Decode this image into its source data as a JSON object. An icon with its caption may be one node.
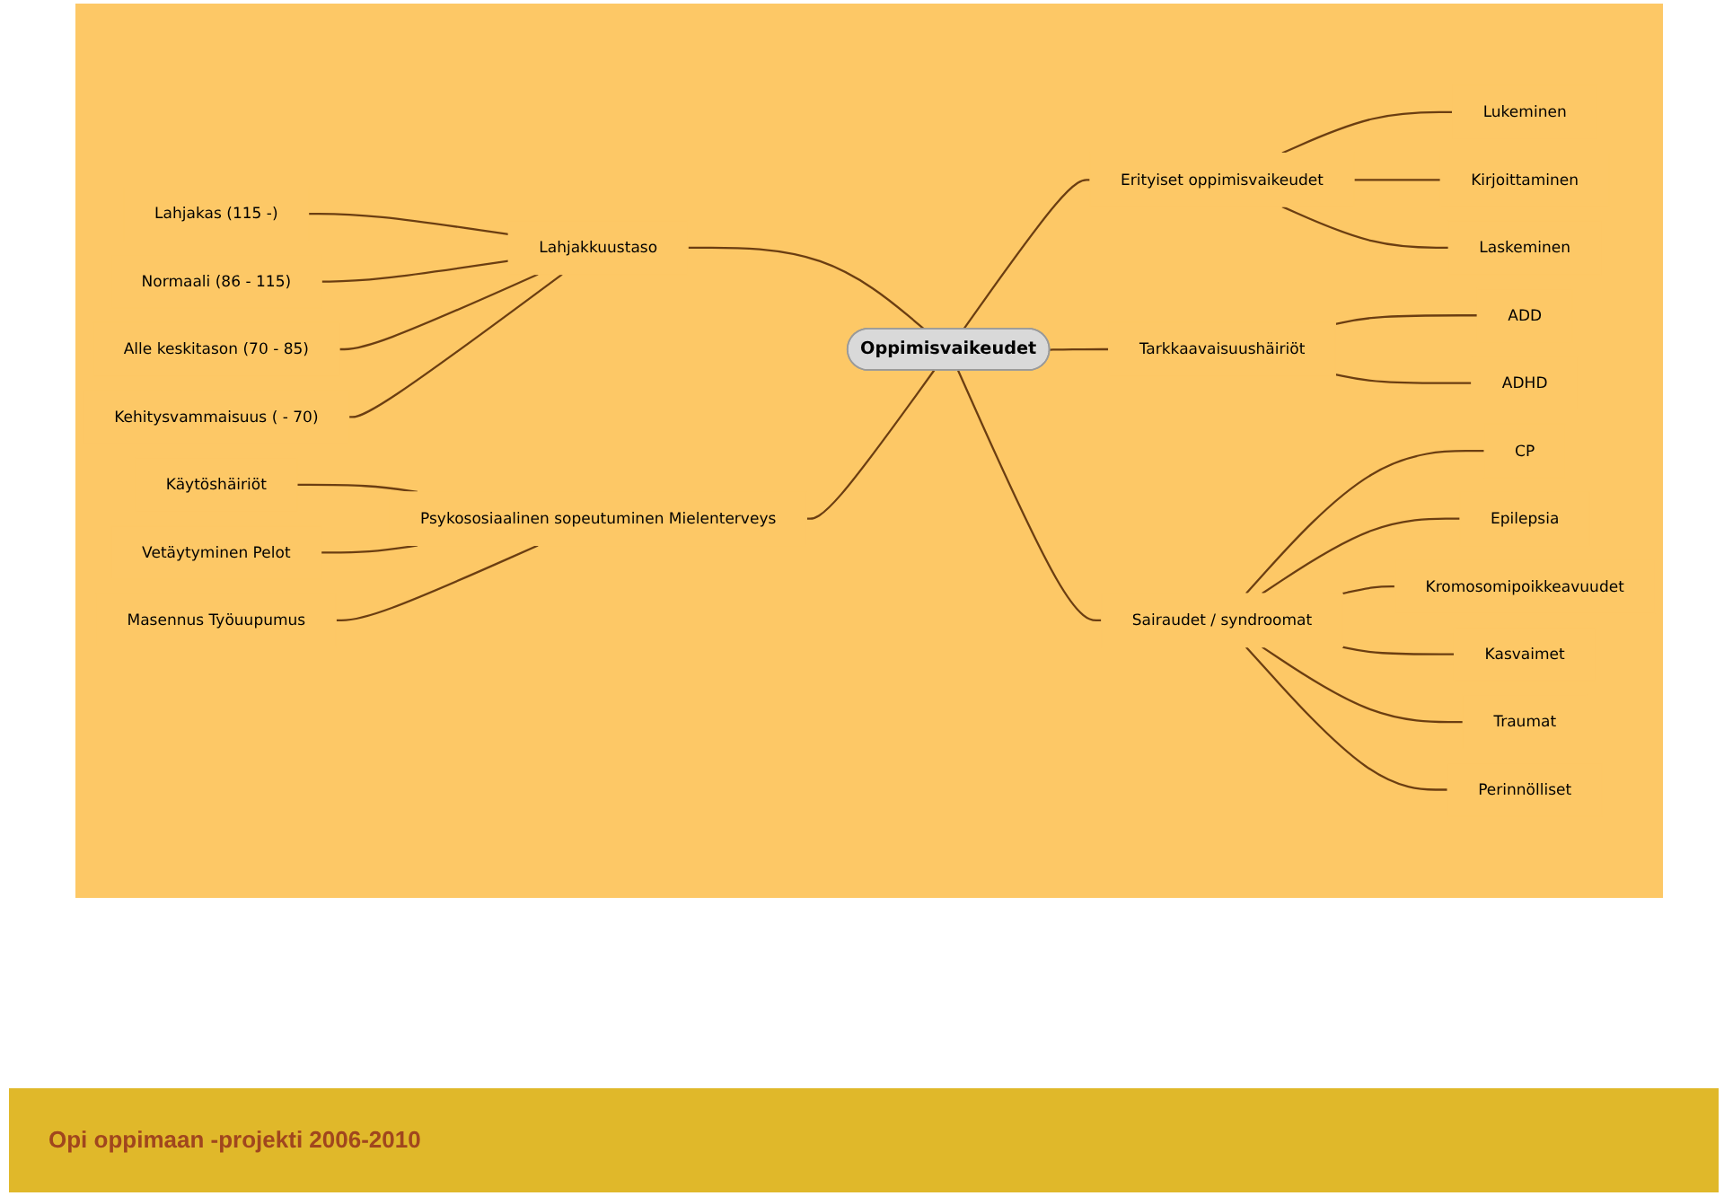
{
  "diagram": {
    "caption": "Opi oppimaan -projekti 2006-2010",
    "nodes": [
      {
        "text": [
          "Lahjakas (115 -)"
        ]
      },
      {
        "text": [
          "Normaali (86 - 115)"
        ]
      },
      {
        "text": [
          "Alle keskitason (70 - 85)"
        ]
      },
      {
        "text": [
          "Kehitysvammaisuus ( - 70)"
        ]
      },
      {
        "text": [
          "Lahjakkuustaso"
        ]
      },
      {
        "text": [
          "Lukeminen"
        ]
      },
      {
        "text": [
          "Erityiset oppimisvaikeudet"
        ]
      },
      {
        "text": [
          "Kirjoittaminen"
        ]
      },
      {
        "text": [
          "Laskeminen"
        ]
      },
      {
        "text": [
          "Oppimisvaikeudet"
        ]
      },
      {
        "text": [
          "Tarkkaavaisuushäiriöt"
        ]
      },
      {
        "text": [
          "ADD"
        ]
      },
      {
        "text": [
          "ADHD"
        ]
      },
      {
        "text": [
          "Käytöshäiriöt"
        ]
      },
      {
        "text": [
          "Psykososiaalinen sopeutuminen Mielenterveys"
        ]
      },
      {
        "text": [
          "CP"
        ]
      },
      {
        "text": [
          "Sairaudet / syndroomat"
        ]
      },
      {
        "text": [
          "Epilepsia"
        ]
      },
      {
        "text": [
          "Vetäytyminen Pelot"
        ]
      },
      {
        "text": [
          "Kromosomipoikkeavuudet"
        ]
      },
      {
        "text": [
          "Kasvaimet"
        ]
      },
      {
        "text": [
          "Masennus Työuupumus"
        ]
      },
      {
        "text": [
          "Traumat"
        ]
      },
      {
        "text": [
          "Perinnölliset"
        ]
      }
    ],
    "edges": [
      {
        "from": 0,
        "to": 4,
        "arrow": "none"
      },
      {
        "from": 1,
        "to": 4,
        "arrow": "none"
      },
      {
        "from": 2,
        "to": 4,
        "arrow": "none"
      },
      {
        "from": 3,
        "to": 4,
        "arrow": "none"
      },
      {
        "from": 4,
        "to": 9,
        "arrow": "none"
      },
      {
        "from": 13,
        "to": 14,
        "arrow": "none"
      },
      {
        "from": 18,
        "to": 14,
        "arrow": "none"
      },
      {
        "from": 21,
        "to": 14,
        "arrow": "none"
      },
      {
        "from": 14,
        "to": 9,
        "arrow": "none"
      },
      {
        "from": 9,
        "to": 6,
        "arrow": "none"
      },
      {
        "from": 6,
        "to": 5,
        "arrow": "none"
      },
      {
        "from": 6,
        "to": 7,
        "arrow": "none"
      },
      {
        "from": 6,
        "to": 8,
        "arrow": "none"
      },
      {
        "from": 9,
        "to": 10,
        "arrow": "none"
      },
      {
        "from": 10,
        "to": 11,
        "arrow": "none"
      },
      {
        "from": 10,
        "to": 12,
        "arrow": "none"
      },
      {
        "from": 9,
        "to": 16,
        "arrow": "none"
      },
      {
        "from": 16,
        "to": 15,
        "arrow": "none"
      },
      {
        "from": 16,
        "to": 17,
        "arrow": "none"
      },
      {
        "from": 16,
        "to": 19,
        "arrow": "none"
      },
      {
        "from": 16,
        "to": 20,
        "arrow": "none"
      },
      {
        "from": 16,
        "to": 22,
        "arrow": "none"
      },
      {
        "from": 16,
        "to": 23,
        "arrow": "none"
      }
    ]
  }
}
